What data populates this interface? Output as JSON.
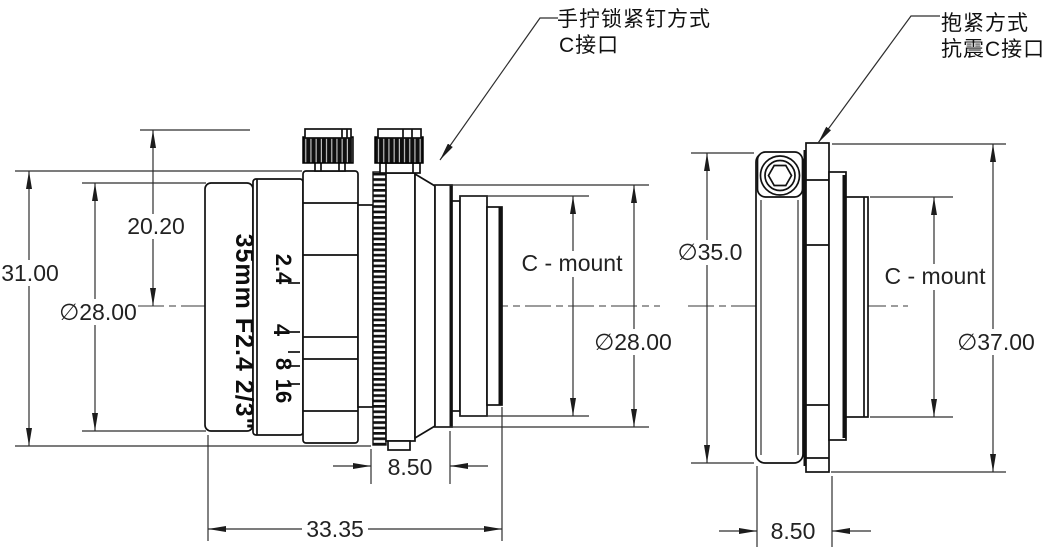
{
  "title": "35mm C-mount lens mechanical drawing",
  "annotations": {
    "screw_mount": {
      "line1": "手拧锁紧钉方式",
      "line2": "C接口"
    },
    "clamp_mount": {
      "line1": "抱紧方式",
      "line2": "抗震C接口"
    }
  },
  "lens_view": {
    "barrel_marking": "35mm F2.4 2/3\"",
    "aperture_scale": [
      "2.4",
      "4",
      "8",
      "16"
    ],
    "dimensions": {
      "outer_diameter": "31.00",
      "knob_height": "20.20",
      "front_diameter": "∅28.00",
      "cmount_label": "C - mount",
      "rear_diameter": "∅28.00",
      "adapter_thickness": "8.50",
      "body_length": "33.35"
    }
  },
  "adapter_view": {
    "dimensions": {
      "ring_diameter": "∅35.0",
      "cmount_label": "C - mount",
      "flange_diameter": "∅37.00",
      "adapter_thickness": "8.50"
    }
  },
  "colors": {
    "line": "#111111",
    "dim_line": "#2e2e2e",
    "background": "#ffffff",
    "knob": "#0f0f0f"
  }
}
